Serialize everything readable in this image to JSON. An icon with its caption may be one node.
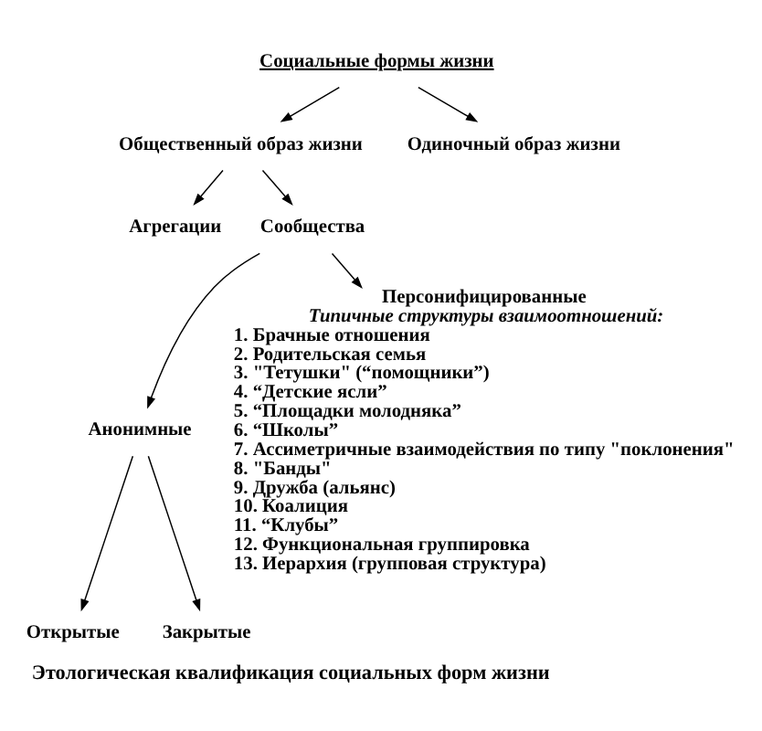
{
  "diagram": {
    "caption": "Этологическая квалификация социальных форм жизни",
    "nodes": [
      {
        "text": [
          "Социальные формы жизни"
        ]
      },
      {
        "text": [
          "Общественный образ жизни"
        ]
      },
      {
        "text": [
          "Одиночный образ жизни"
        ]
      },
      {
        "text": [
          "Агрегации"
        ]
      },
      {
        "text": [
          "Сообщества"
        ]
      },
      {
        "text": [
          "Анонимные"
        ]
      },
      {
        "text": [
          "Персонифицированные",
          "Типичные структуры взаимоотношений:",
          "1. Брачные отношения",
          "2. Родительская семья",
          "3. \"Тетушки\" (“помощники”)",
          "4. “Детские ясли”",
          "5. “Площадки молодняка”",
          "6. “Школы”",
          "7. Ассиметричные взаимодействия по типу \"поклонения\"",
          "8. \"Банды\"",
          "9. Дружба (альянс)",
          "10. Коалиция",
          "11. “Клубы”",
          "12. Функциональная группировка",
          "13. Иерархия (групповая структура)"
        ]
      },
      {
        "text": [
          "Открытые"
        ]
      },
      {
        "text": [
          "Закрытые"
        ]
      }
    ],
    "edges": [
      {
        "from": 0,
        "to": 1,
        "arrow": "to"
      },
      {
        "from": 0,
        "to": 2,
        "arrow": "to"
      },
      {
        "from": 1,
        "to": 3,
        "arrow": "to"
      },
      {
        "from": 1,
        "to": 4,
        "arrow": "to"
      },
      {
        "from": 4,
        "to": 5,
        "arrow": "to"
      },
      {
        "from": 4,
        "to": 6,
        "arrow": "to"
      },
      {
        "from": 5,
        "to": 7,
        "arrow": "to"
      },
      {
        "from": 5,
        "to": 8,
        "arrow": "to"
      }
    ]
  }
}
